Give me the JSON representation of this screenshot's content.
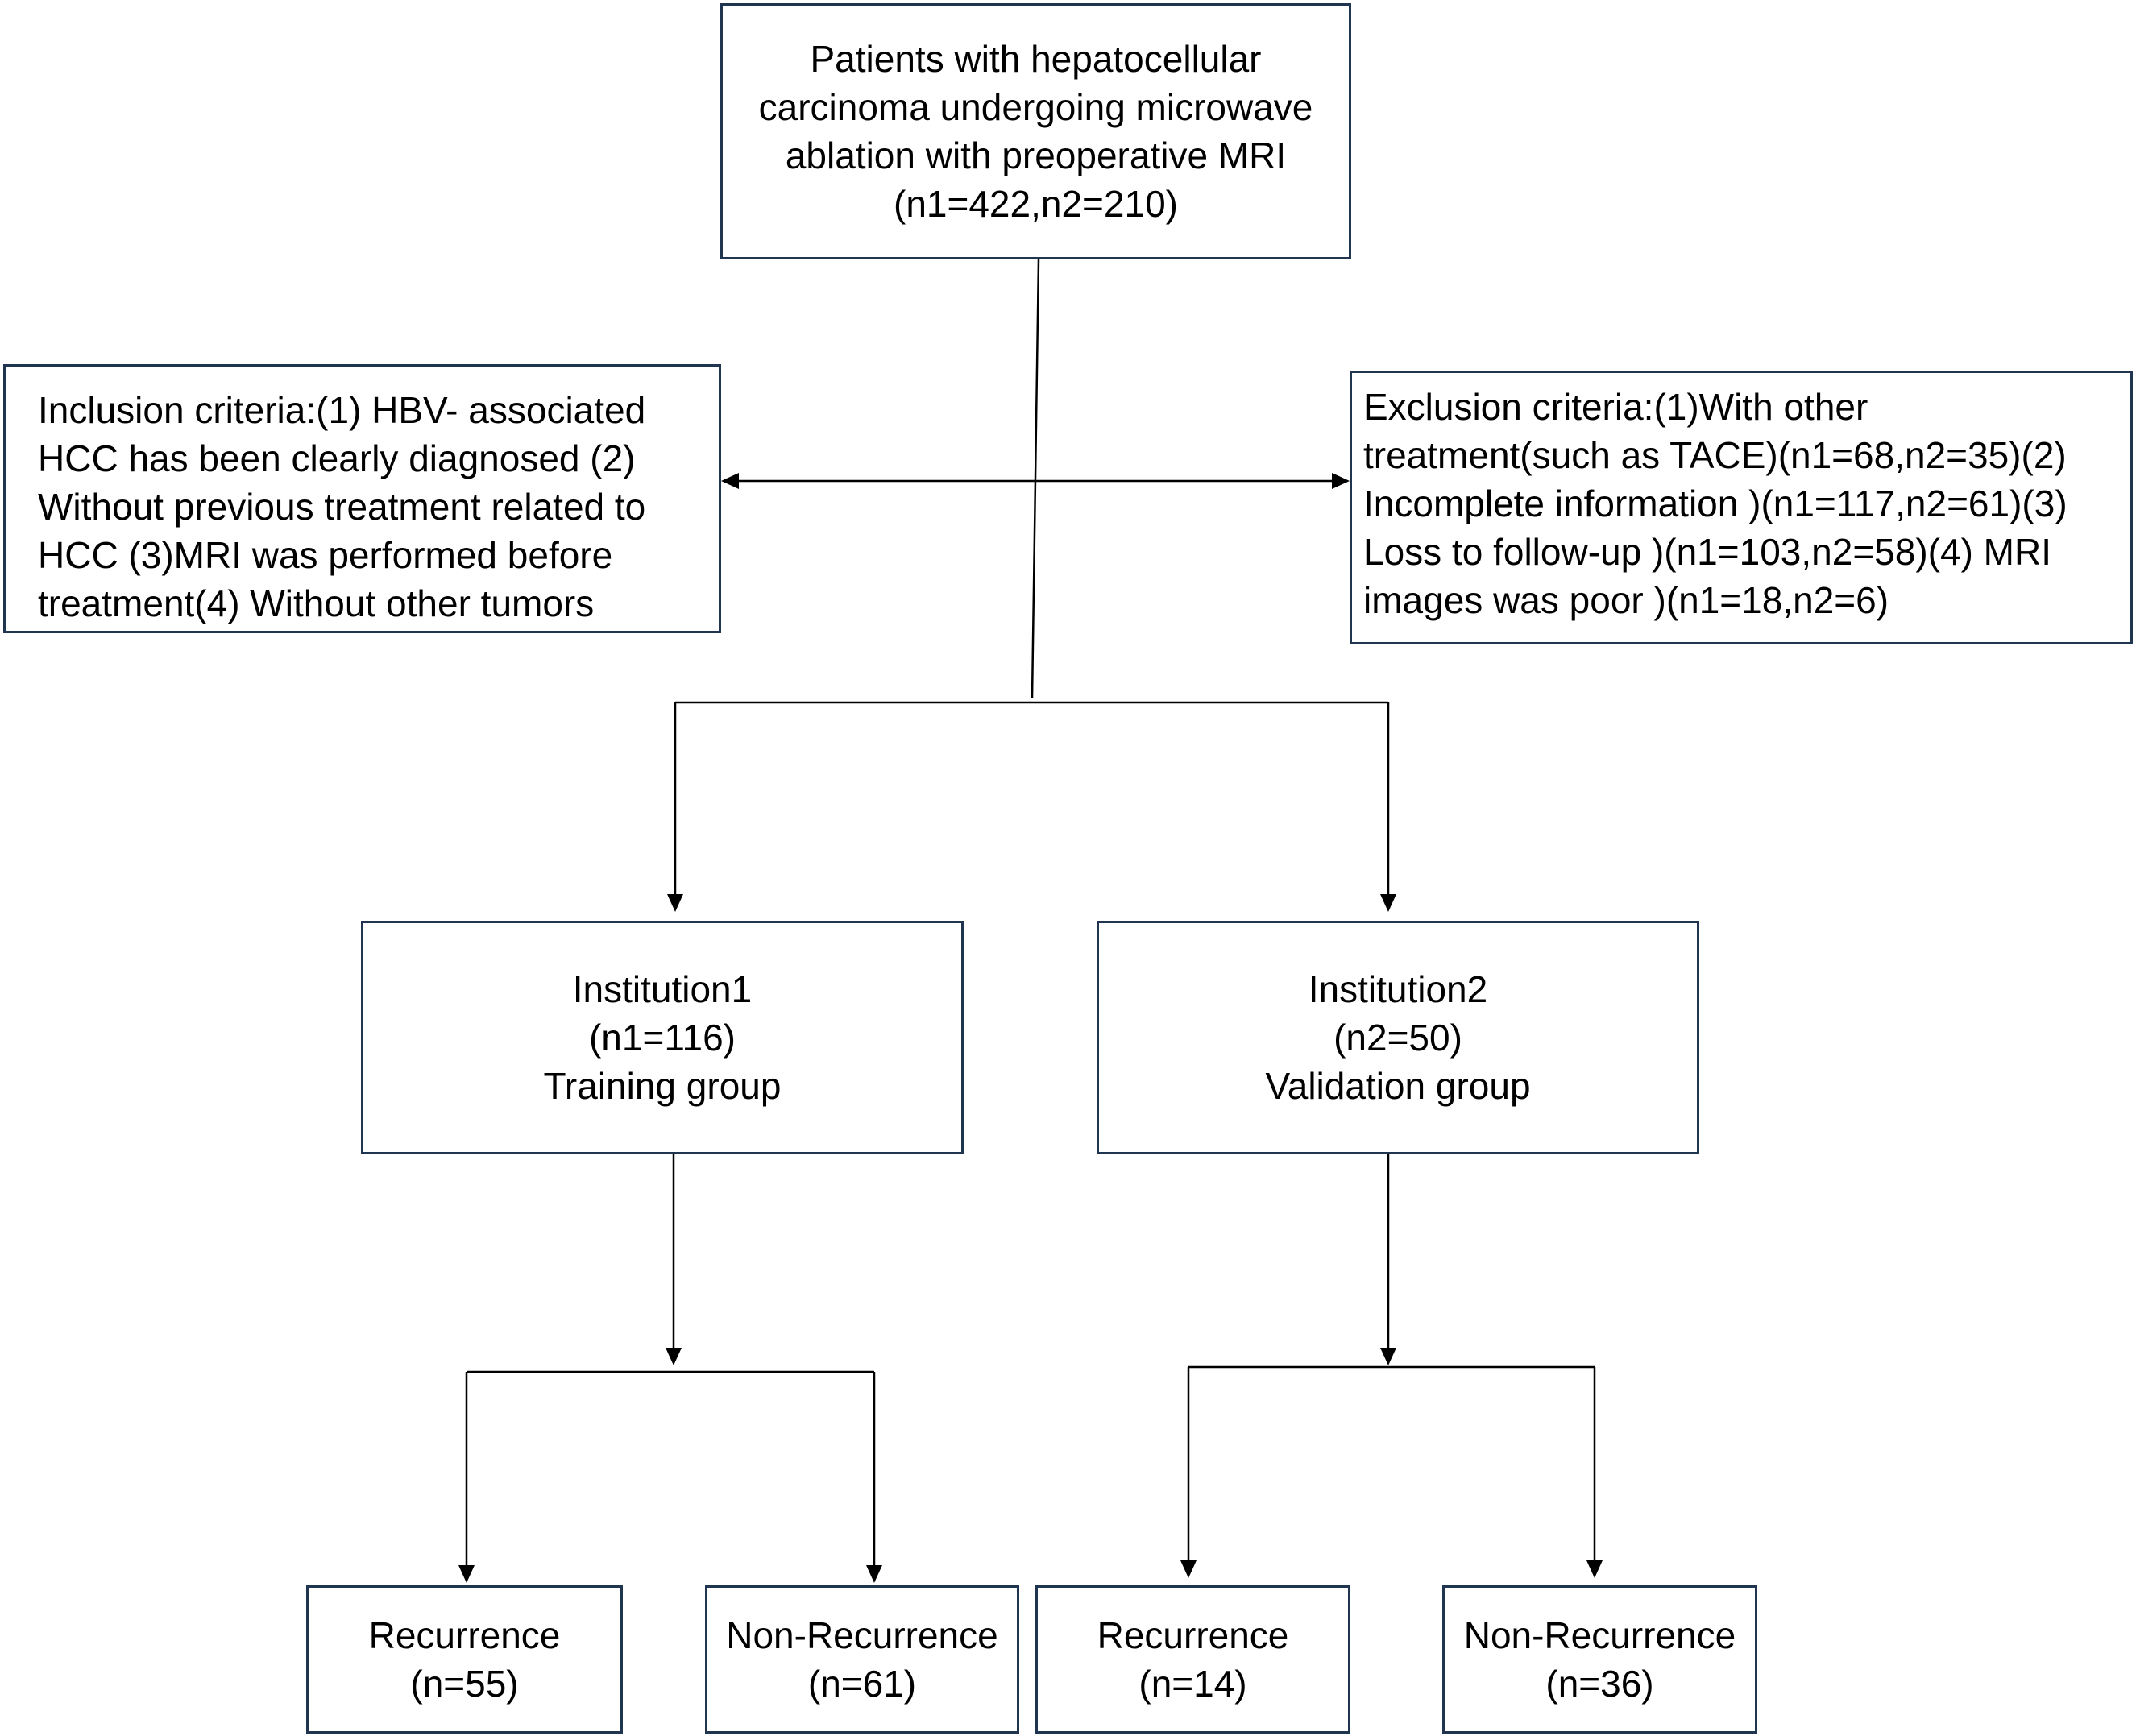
{
  "nodes": {
    "start": {
      "lines": [
        "Patients with hepatocellular",
        "carcinoma undergoing microwave",
        "ablation with preoperative MRI",
        "(n1=422,n2=210)"
      ]
    },
    "inclusion": {
      "lines": [
        "Inclusion criteria:(1) HBV- associated",
        "HCC has been clearly diagnosed (2)",
        "Without previous treatment related to",
        "HCC (3)MRI was performed before",
        "treatment(4) Without other tumors"
      ]
    },
    "exclusion": {
      "lines": [
        "Exclusion criteria:(1)With other",
        "treatment(such as TACE)(n1=68,n2=35)(2)",
        "Incomplete information )(n1=117,n2=61)(3)",
        "Loss to follow-up )(n1=103,n2=58)(4) MRI",
        "images was poor )(n1=18,n2=6)"
      ]
    },
    "institution1": {
      "lines": [
        "Institution1",
        "(n1=116)",
        "Training group"
      ]
    },
    "institution2": {
      "lines": [
        "Institution2",
        "(n2=50)",
        "Validation group"
      ]
    },
    "recurrence1": {
      "lines": [
        "Recurrence",
        "(n=55)"
      ]
    },
    "nonrecurrence1": {
      "lines": [
        "Non-Recurrence",
        "(n=61)"
      ]
    },
    "recurrence2": {
      "lines": [
        "Recurrence",
        "(n=14)"
      ]
    },
    "nonrecurrence2": {
      "lines": [
        "Non-Recurrence",
        "(n=36)"
      ]
    }
  }
}
